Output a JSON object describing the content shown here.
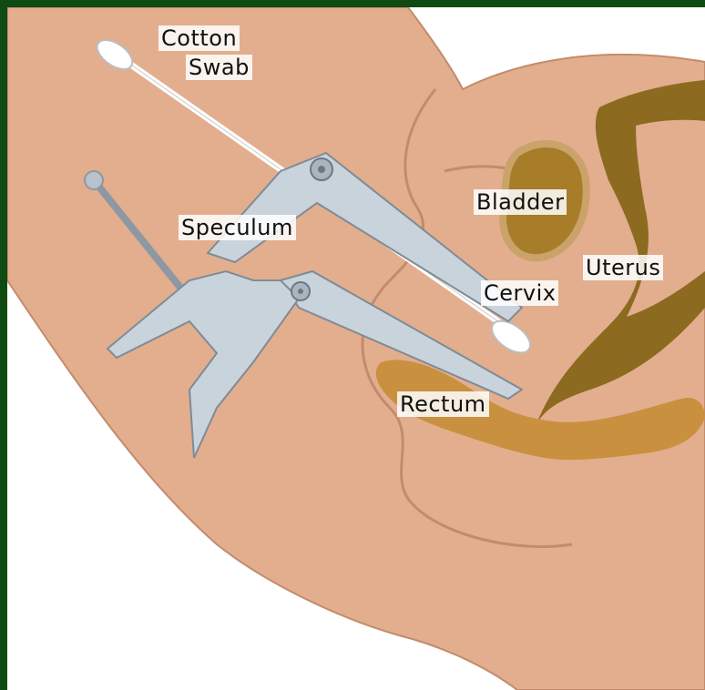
{
  "diagram": {
    "labels": {
      "cotton_swab_line1": "Cotton",
      "cotton_swab_line2": "Swab",
      "speculum": "Speculum",
      "bladder": "Bladder",
      "uterus": "Uterus",
      "cervix": "Cervix",
      "rectum": "Rectum"
    }
  },
  "colors": {
    "frame": "#0f4a12",
    "skin": "#e2ae8e",
    "skin_outline": "#c28c6c",
    "bladder": "#a77d2a",
    "uterus": "#8c6a1f",
    "rectum": "#c9903f",
    "metal": "#c9d3db"
  }
}
